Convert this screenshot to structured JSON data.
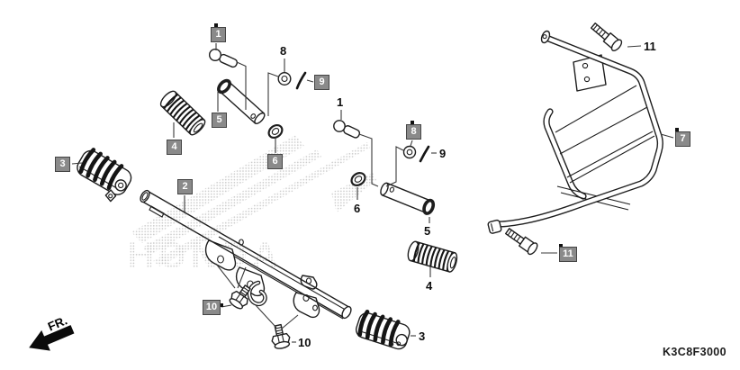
{
  "diagram": {
    "code": "K3C8F3000",
    "front_marker": "FR.",
    "watermark_text": "HONDA",
    "colors": {
      "callout_box_bg": "#8a8a8a",
      "callout_box_border": "#454545",
      "callout_box_text": "#ffffff",
      "line_art": "#1e1e1e",
      "watermark": "#c4c4c4",
      "background": "#ffffff"
    }
  },
  "callouts": {
    "boxed": [
      {
        "ref": "1"
      },
      {
        "ref": "2"
      },
      {
        "ref": "3"
      },
      {
        "ref": "4"
      },
      {
        "ref": "5"
      },
      {
        "ref": "6"
      },
      {
        "ref": "7"
      },
      {
        "ref": "8"
      },
      {
        "ref": "9"
      },
      {
        "ref": "10"
      },
      {
        "ref": "11"
      }
    ],
    "plain": [
      {
        "ref": "1"
      },
      {
        "ref": "3"
      },
      {
        "ref": "4"
      },
      {
        "ref": "5"
      },
      {
        "ref": "6"
      },
      {
        "ref": "8"
      },
      {
        "ref": "9"
      },
      {
        "ref": "10"
      },
      {
        "ref": "11"
      }
    ]
  }
}
